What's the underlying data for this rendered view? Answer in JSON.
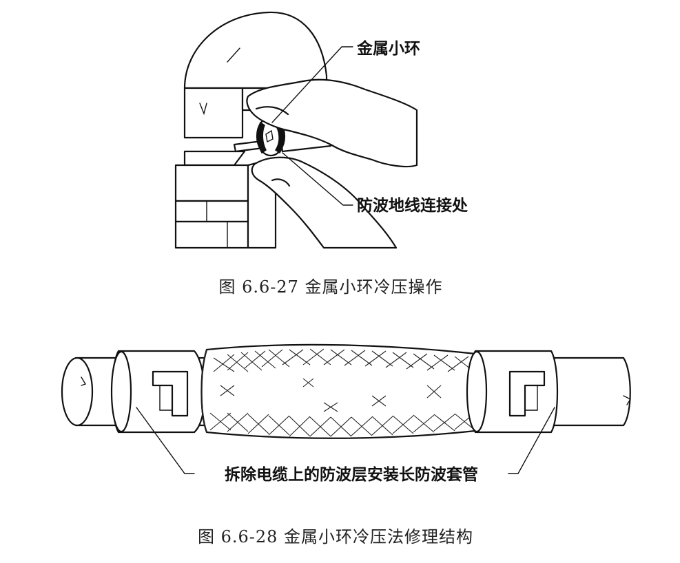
{
  "figure1": {
    "label_ring": "金属小环",
    "label_joint": "防波地线连接处",
    "caption": "图 6.6-27  金属小环冷压操作"
  },
  "figure2": {
    "label_main": "拆除电缆上的防波层安装长防波套管",
    "caption": "图 6.6-28  金属小环冷压法修理结构"
  }
}
